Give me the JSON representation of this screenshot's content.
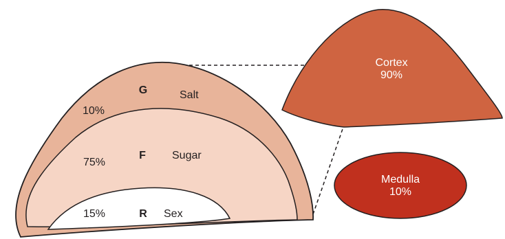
{
  "diagram": {
    "zones": [
      {
        "letter": "G",
        "percent": "10%",
        "hormone": "Salt"
      },
      {
        "letter": "F",
        "percent": "75%",
        "hormone": "Sugar"
      },
      {
        "letter": "R",
        "percent": "15%",
        "hormone": "Sex"
      }
    ],
    "cortex": {
      "name": "Cortex",
      "percent": "90%"
    },
    "medulla": {
      "name": "Medulla",
      "percent": "10%"
    },
    "colors": {
      "zone_g": "#e8b49a",
      "zone_f": "#f6d5c5",
      "zone_r": "#ffffff",
      "cortex": "#cf6441",
      "medulla": "#c0301e",
      "outline": "#231f20"
    }
  }
}
